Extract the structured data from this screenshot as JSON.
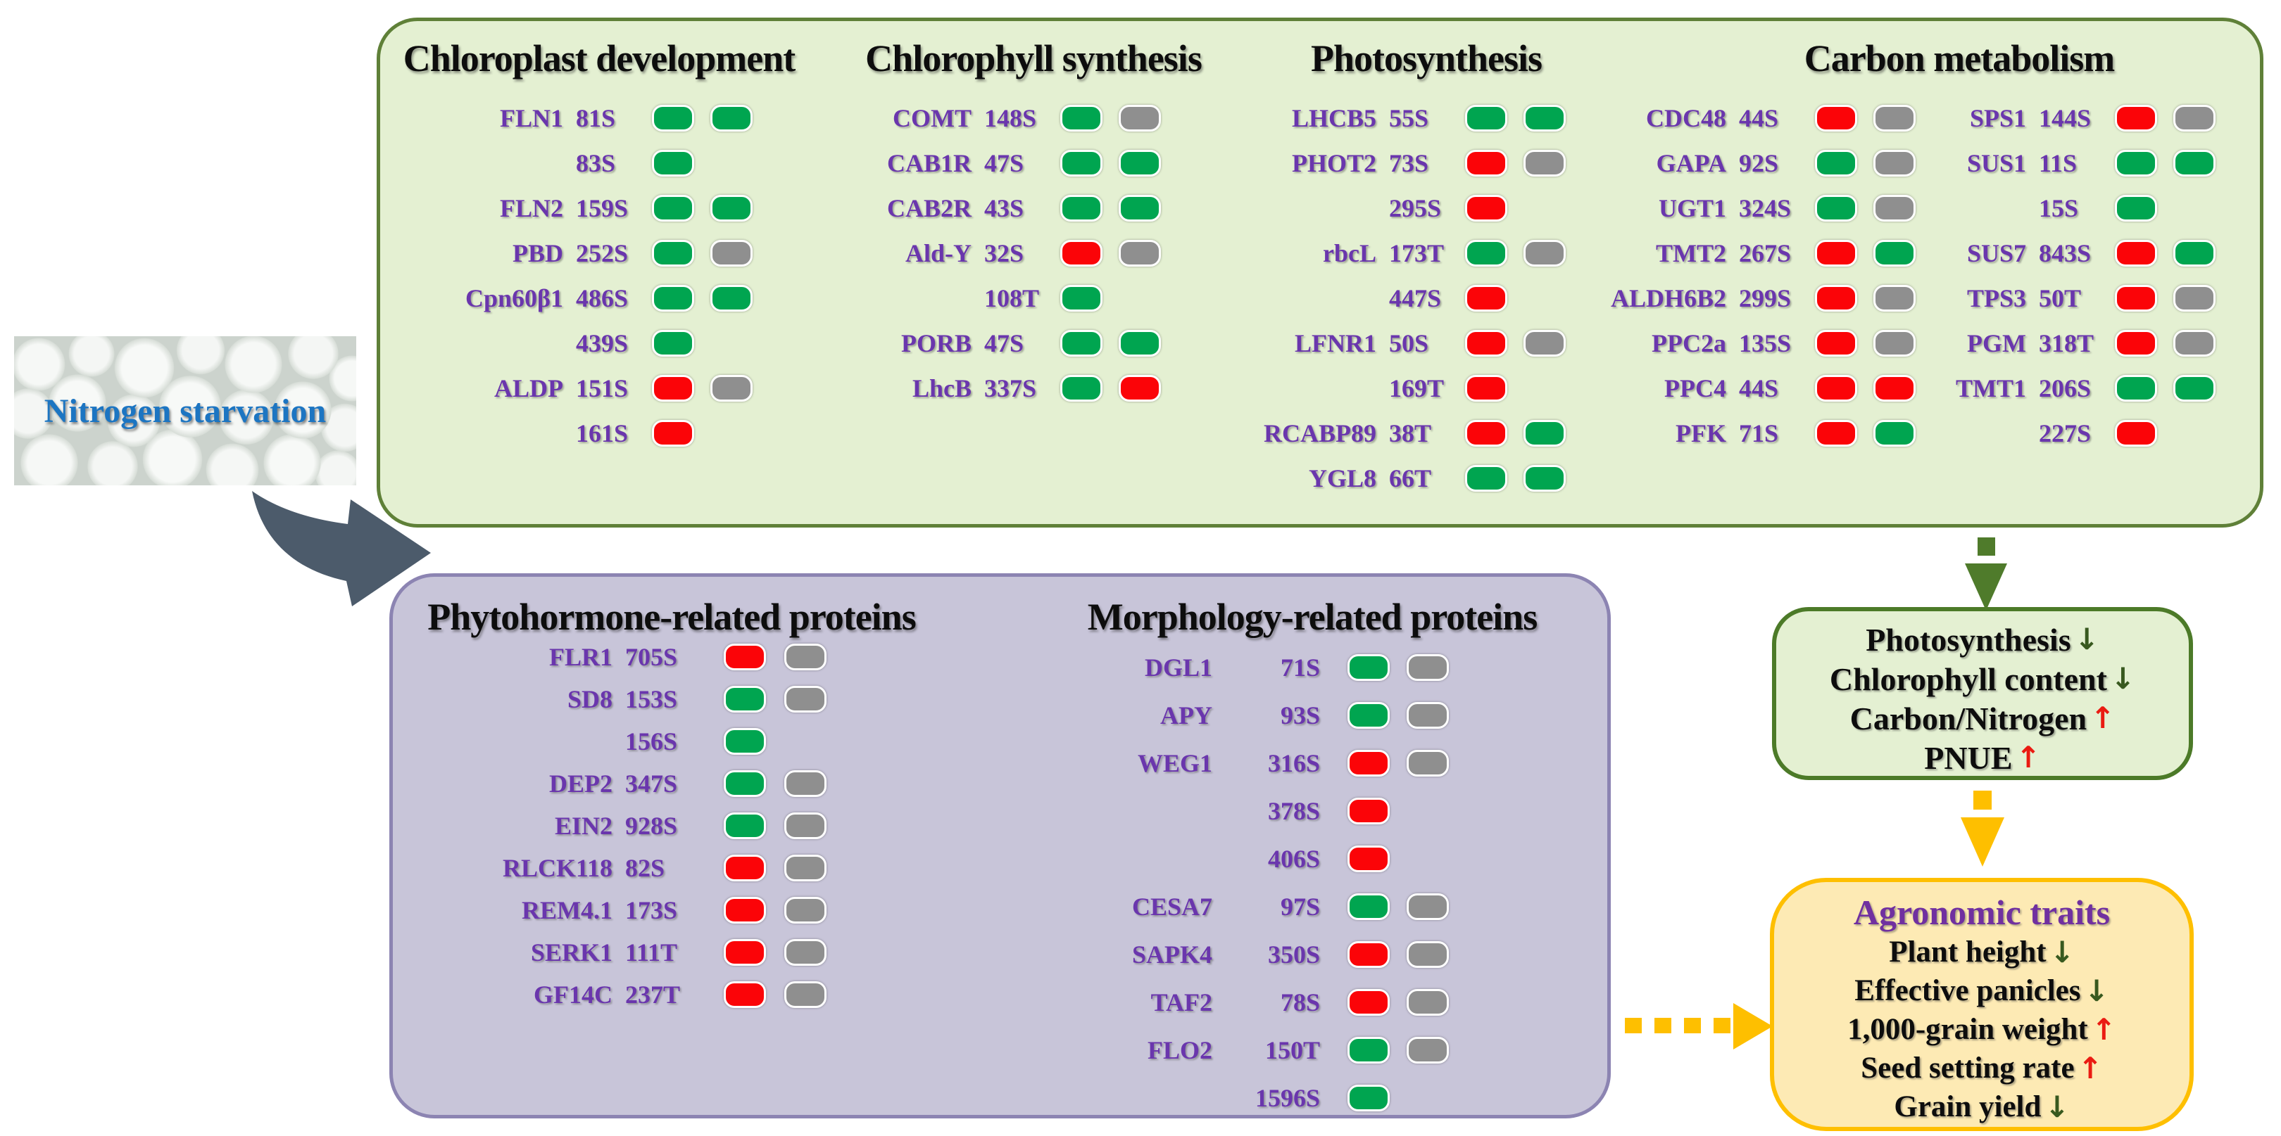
{
  "source_label": {
    "text": "Nitrogen starvation"
  },
  "top_box": {
    "columns": [
      {
        "title": "Chloroplast development",
        "rows": [
          {
            "protein": "FLN1",
            "site": "81S",
            "pills": [
              "green",
              "green"
            ]
          },
          {
            "protein": "",
            "site": "83S",
            "pills": [
              "green"
            ]
          },
          {
            "protein": "FLN2",
            "site": "159S",
            "pills": [
              "green",
              "green"
            ]
          },
          {
            "protein": "PBD",
            "site": "252S",
            "pills": [
              "green",
              "gray"
            ]
          },
          {
            "protein": "Cpn60β1",
            "site": "486S",
            "pills": [
              "green",
              "green"
            ]
          },
          {
            "protein": "",
            "site": "439S",
            "pills": [
              "green"
            ]
          },
          {
            "protein": "ALDP",
            "site": "151S",
            "pills": [
              "red",
              "gray"
            ]
          },
          {
            "protein": "",
            "site": "161S",
            "pills": [
              "red"
            ]
          }
        ]
      },
      {
        "title": "Chlorophyll synthesis",
        "rows": [
          {
            "protein": "COMT",
            "site": "148S",
            "pills": [
              "green",
              "gray"
            ]
          },
          {
            "protein": "CAB1R",
            "site": "47S",
            "pills": [
              "green",
              "green"
            ]
          },
          {
            "protein": "CAB2R",
            "site": "43S",
            "pills": [
              "green",
              "green"
            ]
          },
          {
            "protein": "Ald-Y",
            "site": "32S",
            "pills": [
              "red",
              "gray"
            ]
          },
          {
            "protein": "",
            "site": "108T",
            "pills": [
              "green"
            ]
          },
          {
            "protein": "PORB",
            "site": "47S",
            "pills": [
              "green",
              "green"
            ]
          },
          {
            "protein": "LhcB",
            "site": "337S",
            "pills": [
              "green",
              "red"
            ]
          }
        ]
      },
      {
        "title": "Photosynthesis",
        "rows": [
          {
            "protein": "LHCB5",
            "site": "55S",
            "pills": [
              "green",
              "green"
            ]
          },
          {
            "protein": "PHOT2",
            "site": "73S",
            "pills": [
              "red",
              "gray"
            ]
          },
          {
            "protein": "",
            "site": "295S",
            "pills": [
              "red"
            ]
          },
          {
            "protein": "rbcL",
            "site": "173T",
            "pills": [
              "green",
              "gray"
            ]
          },
          {
            "protein": "",
            "site": "447S",
            "pills": [
              "red"
            ]
          },
          {
            "protein": "LFNR1",
            "site": "50S",
            "pills": [
              "red",
              "gray"
            ]
          },
          {
            "protein": "",
            "site": "169T",
            "pills": [
              "red"
            ]
          },
          {
            "protein": "RCABP89",
            "site": "38T",
            "pills": [
              "red",
              "green"
            ]
          },
          {
            "protein": "YGL8",
            "site": "66T",
            "pills": [
              "green",
              "green"
            ]
          }
        ]
      },
      {
        "title": "Carbon metabolism",
        "subcolumns": [
          {
            "rows": [
              {
                "protein": "CDC48",
                "site": "44S",
                "pills": [
                  "red",
                  "gray"
                ]
              },
              {
                "protein": "GAPA",
                "site": "92S",
                "pills": [
                  "green",
                  "gray"
                ]
              },
              {
                "protein": "UGT1",
                "site": "324S",
                "pills": [
                  "green",
                  "gray"
                ]
              },
              {
                "protein": "TMT2",
                "site": "267S",
                "pills": [
                  "red",
                  "green"
                ]
              },
              {
                "protein": "ALDH6B2",
                "site": "299S",
                "pills": [
                  "red",
                  "gray"
                ]
              },
              {
                "protein": "PPC2a",
                "site": "135S",
                "pills": [
                  "red",
                  "gray"
                ]
              },
              {
                "protein": "PPC4",
                "site": "44S",
                "pills": [
                  "red",
                  "red"
                ]
              },
              {
                "protein": "PFK",
                "site": "71S",
                "pills": [
                  "red",
                  "green"
                ]
              }
            ]
          },
          {
            "rows": [
              {
                "protein": "SPS1",
                "site": "144S",
                "pills": [
                  "red",
                  "gray"
                ]
              },
              {
                "protein": "SUS1",
                "site": "11S",
                "pills": [
                  "green",
                  "green"
                ]
              },
              {
                "protein": "",
                "site": "15S",
                "pills": [
                  "green"
                ]
              },
              {
                "protein": "SUS7",
                "site": "843S",
                "pills": [
                  "red",
                  "green"
                ]
              },
              {
                "protein": "TPS3",
                "site": "50T",
                "pills": [
                  "red",
                  "gray"
                ]
              },
              {
                "protein": "PGM",
                "site": "318T",
                "pills": [
                  "red",
                  "gray"
                ]
              },
              {
                "protein": "TMT1",
                "site": "206S",
                "pills": [
                  "green",
                  "green"
                ]
              },
              {
                "protein": "",
                "site": "227S",
                "pills": [
                  "red"
                ]
              }
            ]
          }
        ]
      }
    ]
  },
  "bottom_box": {
    "columns": [
      {
        "title": "Phytohormone-related proteins",
        "rows": [
          {
            "protein": "FLR1",
            "site": "705S",
            "pills": [
              "red",
              "gray"
            ]
          },
          {
            "protein": "SD8",
            "site": "153S",
            "pills": [
              "green",
              "gray"
            ]
          },
          {
            "protein": "",
            "site": "156S",
            "pills": [
              "green"
            ]
          },
          {
            "protein": "DEP2",
            "site": "347S",
            "pills": [
              "green",
              "gray"
            ]
          },
          {
            "protein": "EIN2",
            "site": "928S",
            "pills": [
              "green",
              "gray"
            ]
          },
          {
            "protein": "RLCK118",
            "site": "82S",
            "pills": [
              "red",
              "gray"
            ]
          },
          {
            "protein": "REM4.1",
            "site": "173S",
            "pills": [
              "red",
              "gray"
            ]
          },
          {
            "protein": "SERK1",
            "site": "111T",
            "pills": [
              "red",
              "gray"
            ]
          },
          {
            "protein": "GF14C",
            "site": "237T",
            "pills": [
              "red",
              "gray"
            ]
          }
        ]
      },
      {
        "title": "Morphology-related proteins",
        "rows": [
          {
            "protein": "DGL1",
            "site": "71S",
            "pills": [
              "green",
              "gray"
            ]
          },
          {
            "protein": "APY",
            "site": "93S",
            "pills": [
              "green",
              "gray"
            ]
          },
          {
            "protein": "WEG1",
            "site": "316S",
            "pills": [
              "red",
              "gray"
            ]
          },
          {
            "protein": "",
            "site": "378S",
            "pills": [
              "red"
            ]
          },
          {
            "protein": "",
            "site": "406S",
            "pills": [
              "red"
            ]
          },
          {
            "protein": "CESA7",
            "site": "97S",
            "pills": [
              "green",
              "gray"
            ]
          },
          {
            "protein": "SAPK4",
            "site": "350S",
            "pills": [
              "red",
              "gray"
            ]
          },
          {
            "protein": "TAF2",
            "site": "78S",
            "pills": [
              "red",
              "gray"
            ]
          },
          {
            "protein": "FLO2",
            "site": "150T",
            "pills": [
              "green",
              "gray"
            ]
          },
          {
            "protein": "",
            "site": "1596S",
            "pills": [
              "green"
            ]
          }
        ]
      }
    ]
  },
  "outcome_box": {
    "lines": [
      {
        "text": "Photosynthesis",
        "arrow": "down",
        "arrow_color": "darkgreen"
      },
      {
        "text": "Chlorophyll content",
        "arrow": "down",
        "arrow_color": "darkgreen"
      },
      {
        "text": "Carbon/Nitrogen",
        "arrow": "up",
        "arrow_color": "red"
      },
      {
        "text": "PNUE",
        "arrow": "up",
        "arrow_color": "red"
      }
    ]
  },
  "agronomic_box": {
    "title": "Agronomic traits",
    "lines": [
      {
        "text": "Plant height",
        "arrow": "down",
        "arrow_color": "darkgreen"
      },
      {
        "text": "Effective panicles",
        "arrow": "down",
        "arrow_color": "darkgreen"
      },
      {
        "text": "1,000-grain weight",
        "arrow": "up",
        "arrow_color": "red"
      },
      {
        "text": "Seed setting rate",
        "arrow": "up",
        "arrow_color": "red"
      },
      {
        "text": "Grain yield",
        "arrow": "down",
        "arrow_color": "darkgreen"
      }
    ]
  },
  "colors": {
    "pill": {
      "green": "#00A550",
      "red": "#FB0408",
      "gray": "#8F8F8F"
    },
    "arrow": {
      "darkgreen": "#38591F",
      "red": "#EA1B12"
    },
    "connectors": {
      "dark": "#4C5B6B",
      "green_dashed": "#4F7B2B",
      "yellow_dashed": "#FEBF00"
    }
  }
}
